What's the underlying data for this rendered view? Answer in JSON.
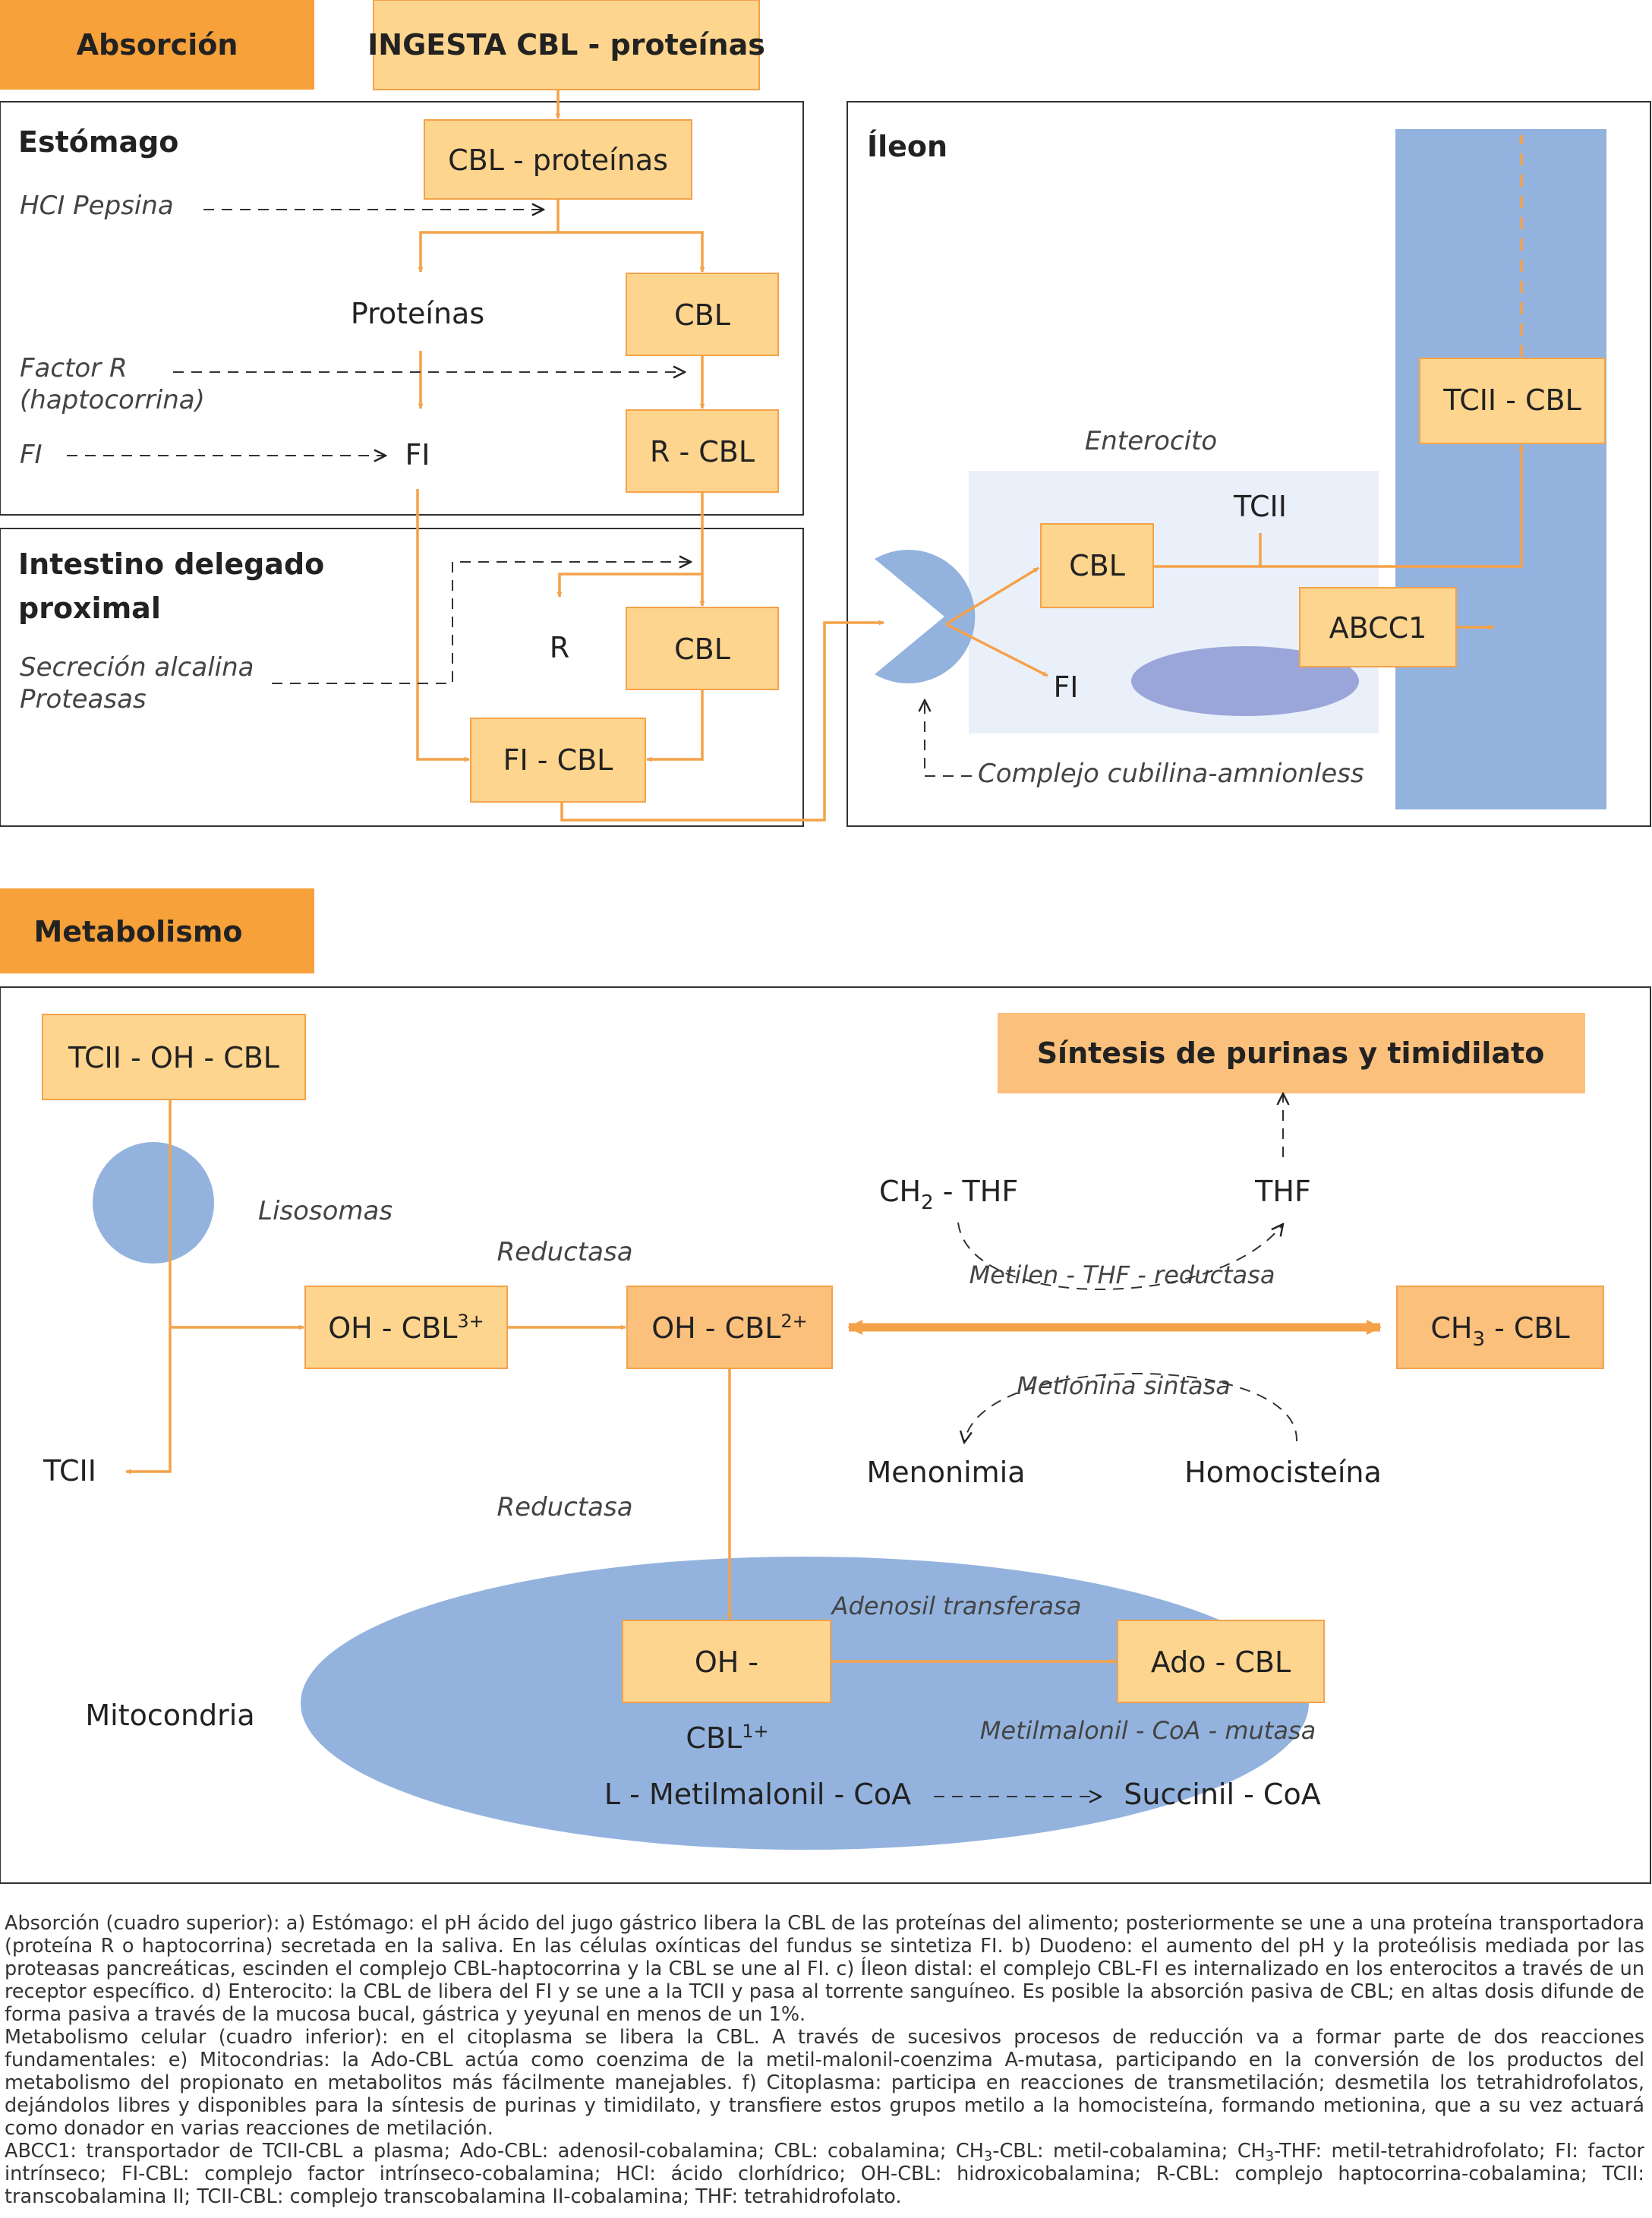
{
  "absorcion": {
    "header": "Absorción",
    "ingesta": "INGESTA CBL - proteínas",
    "estomago": {
      "title": "Estómago",
      "hcl": "HCI Pepsina",
      "cbl_proteinas": "CBL - proteínas",
      "proteinas": "Proteínas",
      "cbl": "CBL",
      "factor_r_1": "Factor R",
      "factor_r_2": "(haptocorrina)",
      "fi_label": "FI",
      "fi": "FI",
      "r_cbl": "R - CBL"
    },
    "intestino": {
      "title_1": "Intestino delegado",
      "title_2": "proximal",
      "secrecion_1": "Secreción alcalina",
      "secrecion_2": "Proteasas",
      "r": "R",
      "cbl": "CBL",
      "fi_cbl": "FI - CBL"
    },
    "ileon": {
      "title": "Íleon",
      "enterocito": "Enterocito",
      "tcii": "TCII",
      "cbl": "CBL",
      "fi": "FI",
      "abcc1": "ABCC1",
      "tcii_cbl": "TCII - CBL",
      "complejo": "Complejo cubilina-amnionless"
    }
  },
  "metabolismo": {
    "header": "Metabolismo",
    "tcii_oh_cbl": "TCII - OH - CBL",
    "lisosomas": "Lisosomas",
    "tcii": "TCII",
    "sintesis": "Síntesis de purinas y timidilato",
    "ch2_thf_a": "CH",
    "ch2_thf_sub": "2",
    "ch2_thf_b": " - THF",
    "thf": "THF",
    "metilen": "Metilen - THF - reductasa",
    "reductasa_1": "Reductasa",
    "oh_cbl3_a": "OH - CBL",
    "oh_cbl3_sup": "3+",
    "oh_cbl2_a": "OH - CBL",
    "oh_cbl2_sup": "2+",
    "ch3_cbl_a": "CH",
    "ch3_cbl_sub": "3",
    "ch3_cbl_b": " - CBL",
    "metionina": "Metionina sintasa",
    "menonimia": "Menonimia",
    "homocisteina": "Homocisteína",
    "reductasa_2": "Reductasa",
    "adenosil": "Adenosil transferasa",
    "oh": "OH -",
    "ado_cbl": "Ado - CBL",
    "mitocondria": "Mitocondria",
    "cbl1_a": "CBL",
    "cbl1_sup": "1+",
    "metilmalonil_mutasa": "Metilmalonil - CoA - mutasa",
    "l_metilmalonil": "L - Metilmalonil - CoA",
    "succinil": "Succinil - CoA"
  },
  "caption": {
    "p1": "Absorción (cuadro superior): a) Estómago: el pH ácido del jugo gástrico libera la CBL de las proteínas del alimento; posteriormente se une a una proteína transportadora (proteína R o haptocorrina) secretada en la saliva. En las células oxínticas del fundus se sintetiza FI. b) Duodeno: el aumento del pH y la proteólisis mediada por las proteasas pancreáticas, escinden el complejo CBL-haptocorrina y la CBL se une al FI. c) Íleon distal: el complejo CBL-FI es internalizado en los enterocitos a través de un receptor específico. d) Enterocito: la CBL de libera del FI y se une a la TCII y pasa al torrente sanguíneo. Es posible la absorción pasiva de CBL; en altas dosis difunde de forma pasiva a través de la mucosa bucal, gástrica y yeyunal en menos de un 1%.",
    "p2": "Metabolismo celular (cuadro inferior): en el citoplasma se libera la CBL. A través de sucesivos procesos de reducción va a formar parte de dos reacciones fundamentales: e) Mitocondrias: la Ado-CBL actúa como coenzima de la metil-malonil-coenzima A-mutasa, participando en la conversión de los productos del metabolismo del propionato en metabolitos más fácilmente manejables. f) Citoplasma: participa en reacciones de transmetilación; desmetila los tetrahidrofolatos, dejándolos libres y disponibles para la síntesis de purinas y timidilato, y transfiere estos grupos metilo a la homocisteína, formando metionina, que a su vez actuará como donador en varias reacciones de metilación.",
    "p3a": "ABCC1: transportador de TCII-CBL a plasma; Ado-CBL: adenosil-cobalamina; CBL: cobalamina; CH",
    "p3a_sub": "3",
    "p3b": "-CBL: metil-cobalamina; CH",
    "p3b_sub": "3",
    "p3c": "-THF: metil-tetrahidrofolato; FI: factor intrínseco; FI-CBL: complejo factor intrínseco-cobalamina; HCl: ácido clorhídrico; OH-CBL: hidroxicobalamina; R-CBL: complejo haptocorrina-cobalamina; TCII: transcobalamina II; TCII-CBL: complejo transcobalamina II-cobalamina; THF: tetrahidrofolato."
  },
  "colors": {
    "orange_header": "#F7A13A",
    "box_fill": "#FDD58E",
    "box_stroke": "#F4A24A",
    "arrow": "#F4A24A",
    "blue": "#93B3DE",
    "blue_light": "#EAF0FA",
    "purple": "#9AA6D9",
    "sintesis_fill": "#FBC07C"
  }
}
